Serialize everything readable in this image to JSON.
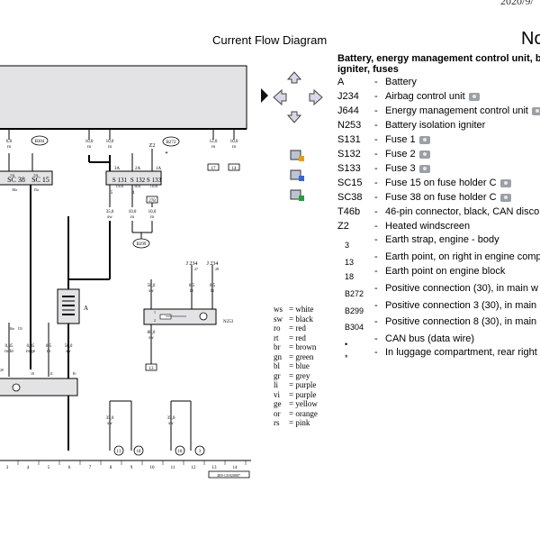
{
  "header": {
    "date": "2020/9/",
    "title": "Current Flow Diagram",
    "page_code": "No",
    "heading_line1": "Battery, energy management control unit, b",
    "heading_line2": "igniter, fuses"
  },
  "legend": [
    {
      "code": "A",
      "desc": "Battery",
      "photo": false
    },
    {
      "code": "J234",
      "desc": "Airbag control unit",
      "photo": true
    },
    {
      "code": "J644",
      "desc": "Energy management control unit",
      "photo": true
    },
    {
      "code": "N253",
      "desc": "Battery isolation igniter",
      "photo": false
    },
    {
      "code": "S131",
      "desc": "Fuse 1",
      "photo": true
    },
    {
      "code": "S132",
      "desc": "Fuse 2",
      "photo": true
    },
    {
      "code": "S133",
      "desc": "Fuse 3",
      "photo": true
    },
    {
      "code": "SC15",
      "desc": "Fuse 15 on fuse holder C",
      "photo": true
    },
    {
      "code": "SC38",
      "desc": "Fuse 38 on fuse holder C",
      "photo": true
    },
    {
      "code": "T46b",
      "desc": "46-pin connector, black, CAN disco",
      "photo": false
    },
    {
      "code": "Z2",
      "desc": "Heated windscreen",
      "photo": false
    },
    {
      "code": "3",
      "desc": "Earth strap, engine - body",
      "photo": false,
      "small": true
    },
    {
      "code": "13",
      "desc": "Earth point, on right in engine comp",
      "photo": false,
      "small": true
    },
    {
      "code": "18",
      "desc": "Earth point on engine block",
      "photo": false,
      "small": true
    },
    {
      "code": "B272",
      "desc": "Positive connection (30), in main w",
      "photo": false,
      "small": true
    },
    {
      "code": "B299",
      "desc": "Positive connection 3 (30), in main",
      "photo": false,
      "small": true
    },
    {
      "code": "B304",
      "desc": "Positive connection 8 (30), in main",
      "photo": false,
      "small": true
    },
    {
      "code": "•",
      "desc": "CAN bus (data wire)",
      "photo": false,
      "small": true
    },
    {
      "code": "*",
      "desc": "In luggage compartment, rear right",
      "photo": false,
      "small": true
    }
  ],
  "wire_colors": [
    {
      "code": "ws",
      "name": "white"
    },
    {
      "code": "sw",
      "name": "black"
    },
    {
      "code": "ro",
      "name": "red"
    },
    {
      "code": "rt",
      "name": "red"
    },
    {
      "code": "br",
      "name": "brown"
    },
    {
      "code": "gn",
      "name": "green"
    },
    {
      "code": "bl",
      "name": "blue"
    },
    {
      "code": "gr",
      "name": "grey"
    },
    {
      "code": "li",
      "name": "purple"
    },
    {
      "code": "vi",
      "name": "purple"
    },
    {
      "code": "ge",
      "name": "yellow"
    },
    {
      "code": "or",
      "name": "orange"
    },
    {
      "code": "rs",
      "name": "pink"
    }
  ],
  "diagram": {
    "top_wires": [
      {
        "size": "6,0",
        "color": "ro"
      },
      {
        "size": "10,0",
        "color": "ro"
      },
      {
        "size": "10,0",
        "color": "ro"
      },
      {
        "size": "12,0",
        "color": "ro"
      },
      {
        "size": "10,0",
        "color": "ro"
      }
    ],
    "top_refs": [
      "B304",
      "Z2",
      "B272",
      "17",
      "14"
    ],
    "fuse_left": [
      "SC 38",
      "SC 15"
    ],
    "fuse_left_ratings": [
      "5A",
      "5A"
    ],
    "fuse_left_pins": [
      "38a",
      "15a"
    ],
    "fuse_right": [
      "S 131",
      "S 132",
      "S 133"
    ],
    "fuse_right_ratings": [
      "150A",
      "80A",
      "110A"
    ],
    "fuse_right_pins": [
      "3A",
      "2A",
      "1A"
    ],
    "fuse_right_bottom": [
      "5",
      "4"
    ],
    "mid_wires": [
      {
        "size": "35,0",
        "color": "sw"
      },
      {
        "size": "10,0",
        "color": "ro"
      },
      {
        "size": "10,0",
        "color": "ro"
      }
    ],
    "b299": "B299",
    "ref_278": "278",
    "battery": "A",
    "battery_plus": "+",
    "battery_minus": "-",
    "n253": "N253",
    "n253_pins": [
      "1",
      "2"
    ],
    "j234_labels": [
      "J 234",
      "J 234"
    ],
    "j234_pins": [
      "27",
      "28"
    ],
    "j234_wires": [
      {
        "size": "0,5",
        "color": "br"
      },
      {
        "size": "0,5",
        "color": "br"
      }
    ],
    "n253_wire_top": {
      "size": "50,0",
      "color": "sw"
    },
    "n253_wire_bot": {
      "size": "80,0",
      "color": "sw"
    },
    "ref_13": "13",
    "j644_left_pins": [
      "16a",
      "15l"
    ],
    "j644_wires": [
      {
        "size": "0,35",
        "color": "ro/bl"
      },
      {
        "size": "0,35",
        "color": "ro/ge"
      },
      {
        "size": "0,5",
        "color": "ro"
      },
      {
        "size": "50,0",
        "color": "sw"
      }
    ],
    "j644_pins": [
      "10",
      "11",
      "B-"
    ],
    "j644_bar_pins": [
      "20",
      "8",
      "25"
    ],
    "earth_wires": [
      {
        "size": "35,0",
        "color": "sw"
      },
      {
        "size": "35,0",
        "color": "sw"
      }
    ],
    "earth_refs": [
      "13",
      "18",
      "18",
      "3"
    ],
    "bottom_numbers": [
      "3",
      "4",
      "5",
      "6",
      "7",
      "8",
      "9",
      "10",
      "11",
      "12",
      "13",
      "14"
    ],
    "doc_code": "4E8-131020807"
  }
}
